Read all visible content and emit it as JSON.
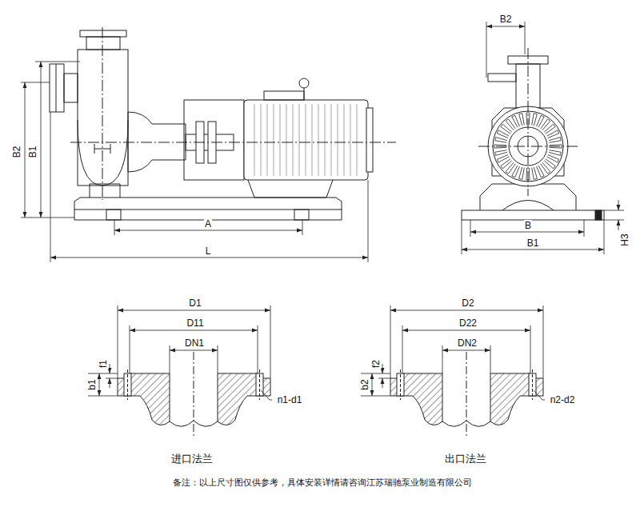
{
  "diagram": {
    "labels": [
      "B2",
      "B1",
      "A",
      "L",
      "B2",
      "B",
      "B1",
      "H3",
      "D1",
      "D11",
      "DN1",
      "f1",
      "b1",
      "n1-d1",
      "D2",
      "D22",
      "DN2",
      "f2",
      "b2",
      "n2-d2",
      "进口法兰",
      "出口法兰",
      "备注：以上尺寸图仅供参考，具体安装详情请咨询江苏瑞驰泵业制造有限公司"
    ]
  }
}
